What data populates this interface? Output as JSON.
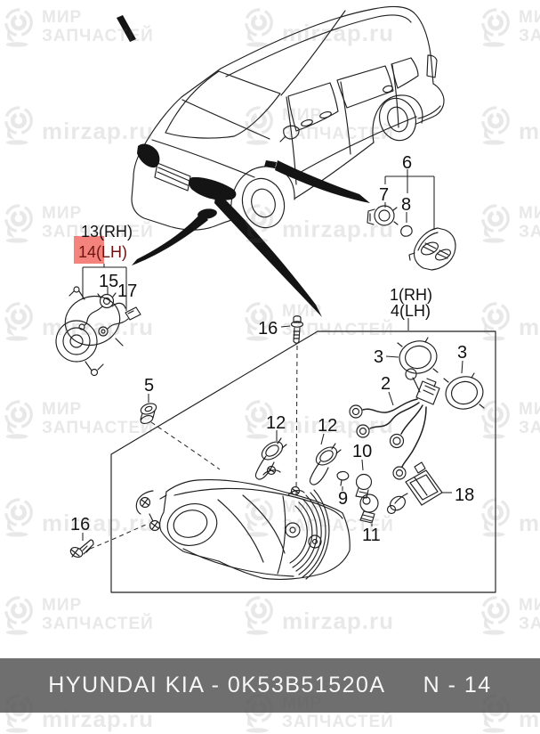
{
  "colors": {
    "line": "#1f1f1f",
    "fill_black": "#141414",
    "highlight_fill": "#f4837d",
    "highlight_text": "#6d1411",
    "watermark": "rgba(90,90,90,0.14)",
    "footer_bg": "#6f6f6f",
    "footer_text": "#f7f7f7"
  },
  "watermark": {
    "brand_line1": "МИР",
    "brand_line2": "ЗАПЧАСТЕЙ",
    "site": "mirzap.ru"
  },
  "diagram": {
    "labels": {
      "l13": "13(RH)",
      "l14": "14(LH)",
      "l15": "15",
      "l17": "17",
      "l5": "5",
      "l16_upper": "16",
      "l16_lower": "16",
      "l6": "6",
      "l7": "7",
      "l8": "8",
      "l1": "1(RH)",
      "l4": "4(LH)",
      "l3_left": "3",
      "l3_right": "3",
      "l2": "2",
      "l12_left": "12",
      "l12_right": "12",
      "l10": "10",
      "l9": "9",
      "l11": "11",
      "l18": "18"
    },
    "highlighted_part": "14(LH)"
  },
  "footer": {
    "left": "HYUNDAI  KIA - 0K53B51520A",
    "right": "N - 14"
  }
}
